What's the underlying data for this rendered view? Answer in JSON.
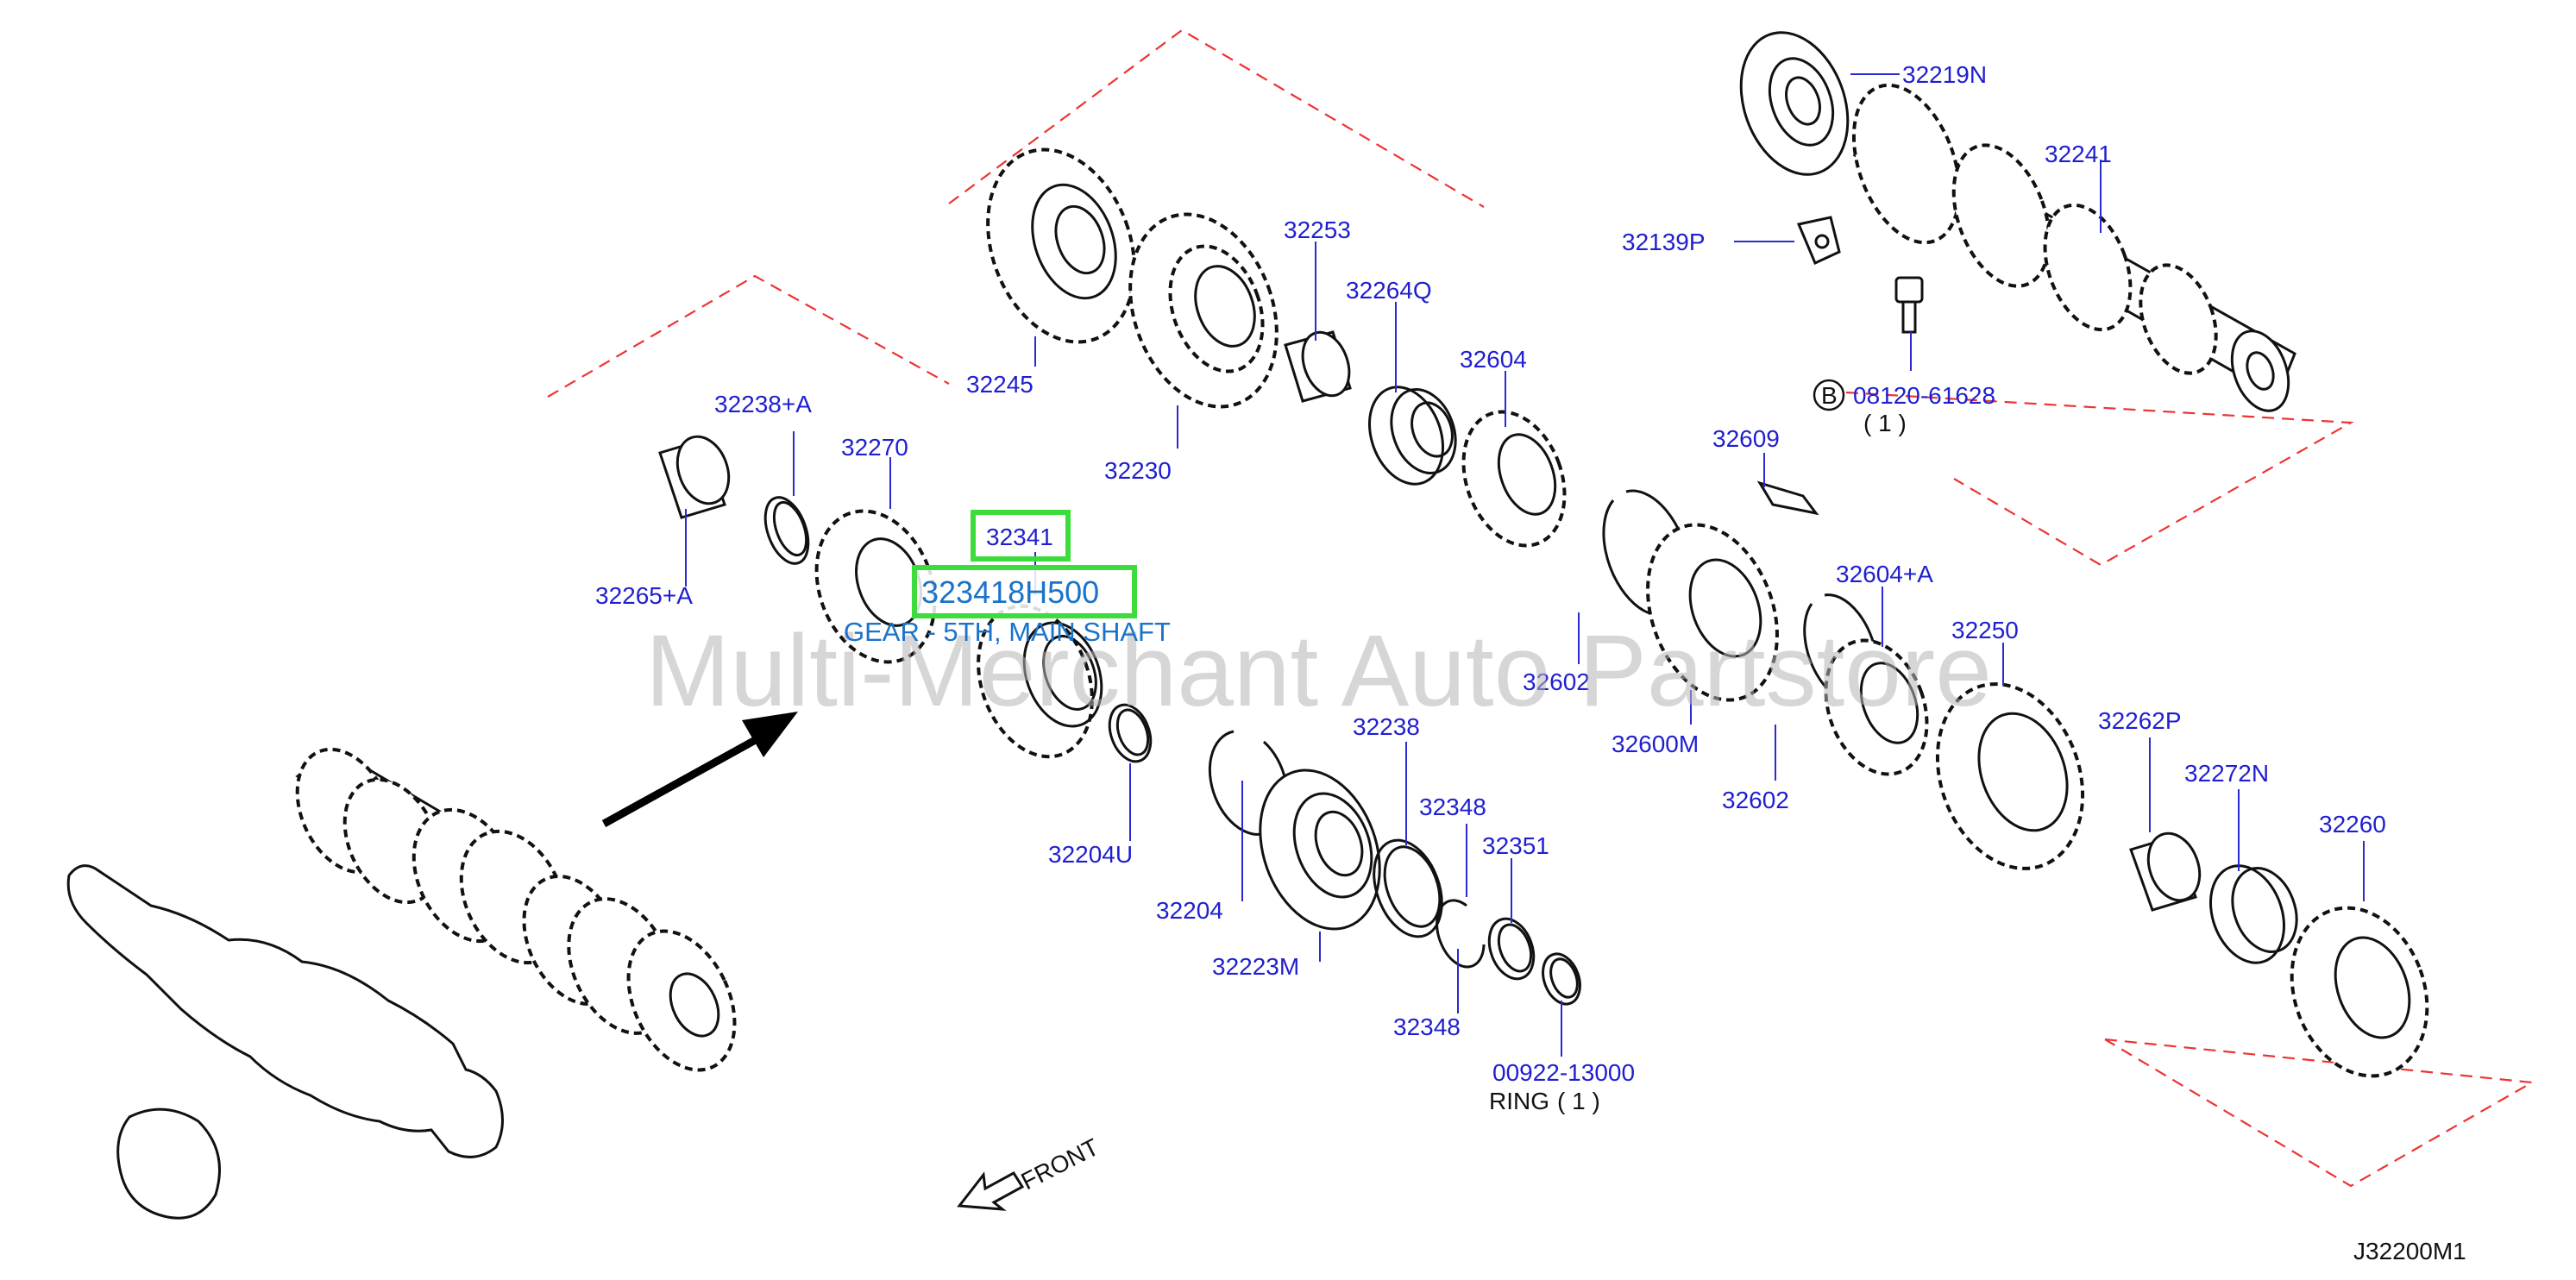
{
  "diagram": {
    "watermark": "Multi-Merchant Auto Partstore",
    "diagram_code": "J32200M1",
    "front_label": "FRONT",
    "highlight": {
      "ref": "32341",
      "part_number": "323418H500",
      "description": "GEAR - 5TH, MAIN SHAFT"
    },
    "bolt": {
      "badge": "B",
      "part_number": "08120-61628",
      "qty": "( 1 )"
    },
    "ring": {
      "part_number": "00922-13000",
      "name": "RING",
      "qty": "( 1 )"
    },
    "labels": [
      "32219N",
      "32241",
      "32139P",
      "32253",
      "32264Q",
      "32604",
      "32245",
      "32230",
      "32609",
      "32238+A",
      "32270",
      "32265+A",
      "32604+A",
      "32250",
      "32602",
      "32600M",
      "32602",
      "32262P",
      "32272N",
      "32260",
      "32238",
      "32348",
      "32351",
      "32204U",
      "32204",
      "32223M",
      "32348"
    ]
  }
}
